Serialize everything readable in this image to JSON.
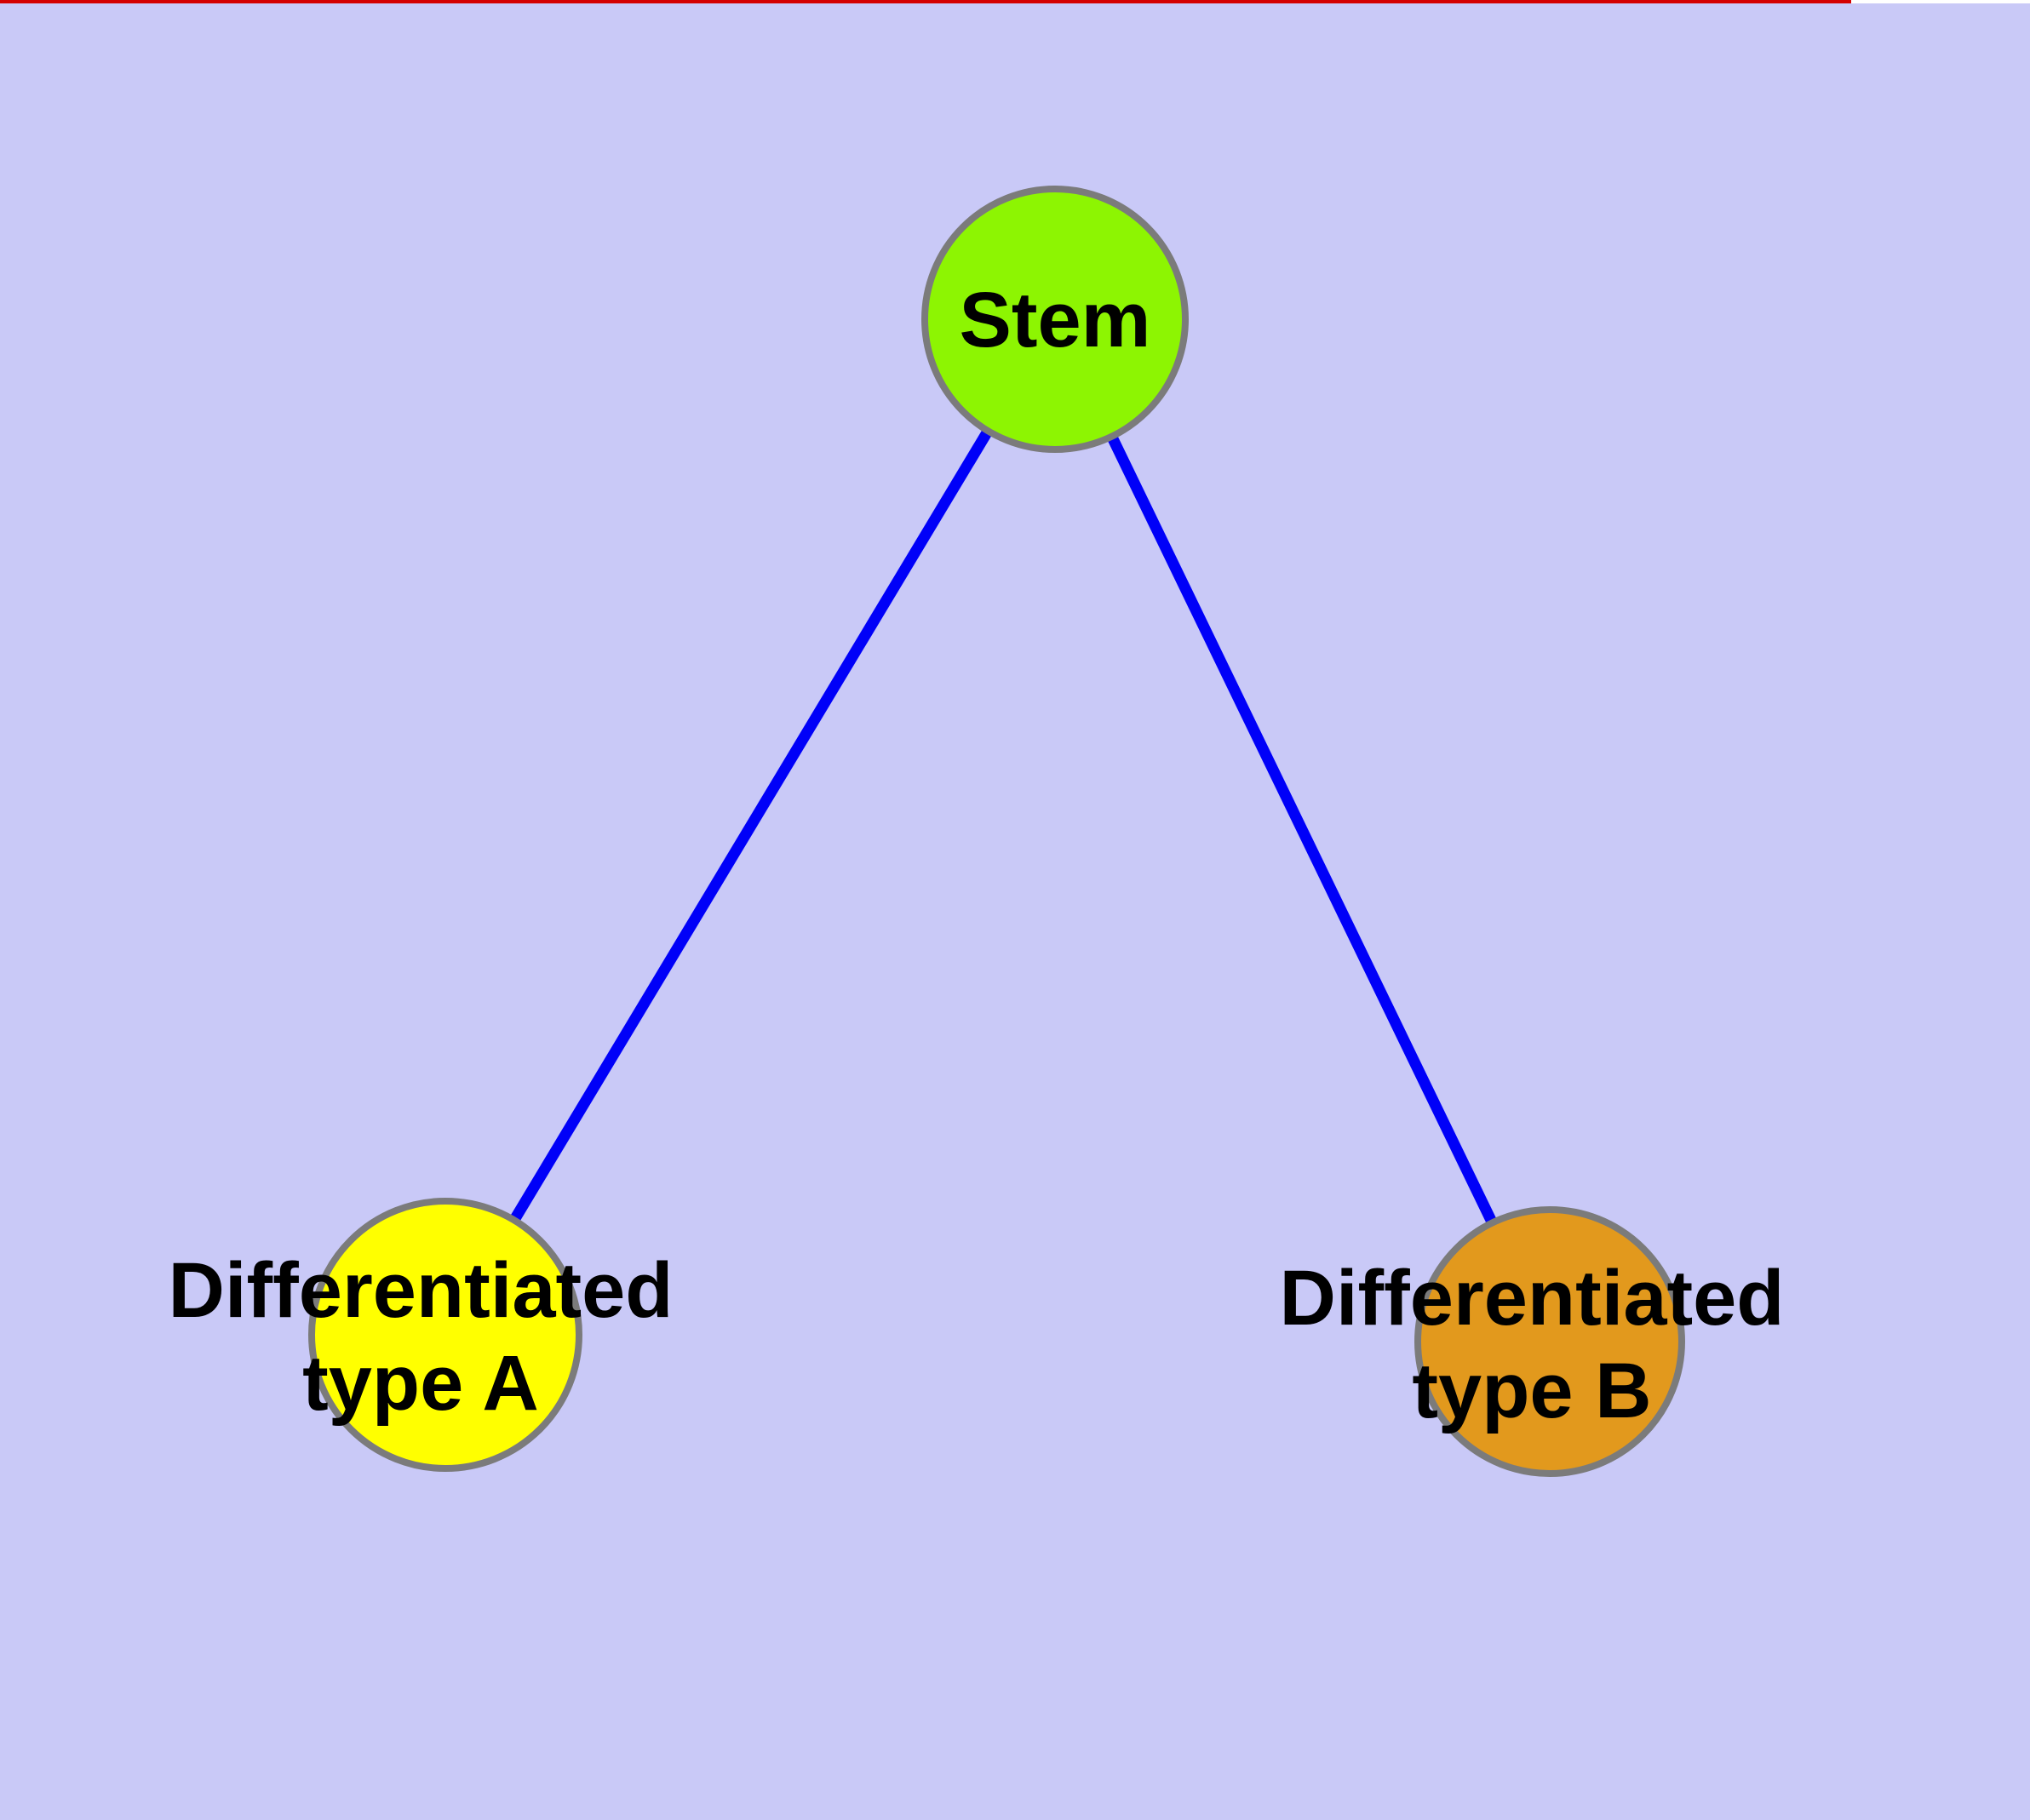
{
  "diagram": {
    "background_color": "#C9C9F7",
    "edge_color": "#0000F8",
    "node_border_color": "#7B7B7B",
    "label_color": "#000000",
    "top_border_left_color": "#D40000",
    "top_border_right_color": "#FFFFFF",
    "nodes": [
      {
        "id": "stem",
        "label": "Stem",
        "fill": "#8DF502"
      },
      {
        "id": "differentiated-type-a",
        "label_line1": "Differentiated",
        "label_line2": "type A",
        "fill": "#FFFF00"
      },
      {
        "id": "differentiated-type-b",
        "label_line1": "Differentiated",
        "label_line2": "type B",
        "fill": "#E2991D"
      }
    ],
    "edges": [
      {
        "from": "Stem",
        "to": "Differentiated type A"
      },
      {
        "from": "Stem",
        "to": "Differentiated type B"
      }
    ]
  }
}
